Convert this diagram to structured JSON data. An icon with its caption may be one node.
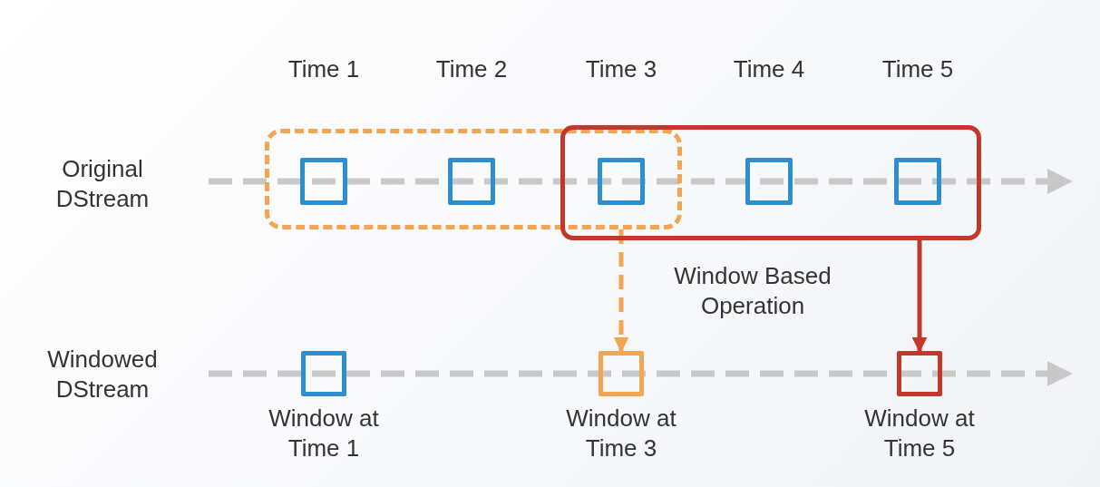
{
  "diagram": {
    "nodes": [
      {
        "text": [],
        "shape": "box"
      },
      {
        "text": [],
        "shape": "box"
      },
      {
        "text": [],
        "shape": "box",
        "in": 0
      },
      {
        "text": [],
        "shape": "box",
        "in": 0
      },
      {
        "text": [],
        "shape": "box"
      },
      {
        "text": [],
        "shape": "box",
        "in": 1
      },
      {
        "text": [],
        "shape": "box",
        "in": 1
      },
      {
        "text": [],
        "shape": "box",
        "beside": [
          "Window at Time 1"
        ]
      },
      {
        "text": [],
        "shape": "box",
        "beside": [
          "Window at Time 3"
        ]
      },
      {
        "text": [],
        "shape": "box",
        "beside": [
          "Window at Time 5"
        ]
      }
    ],
    "edges": [
      {
        "from": 0,
        "to": 8,
        "arrow": "to",
        "style": "dashed",
        "color": "#f2a654"
      },
      {
        "from": 1,
        "to": 9,
        "arrow": "to",
        "color": "#c0392b"
      }
    ],
    "labels": [
      "Time 1",
      "Time 2",
      "Time 3",
      "Time 4",
      "Time 5",
      "Original DStream",
      "Window Based Operation",
      "Windowed DStream"
    ]
  }
}
